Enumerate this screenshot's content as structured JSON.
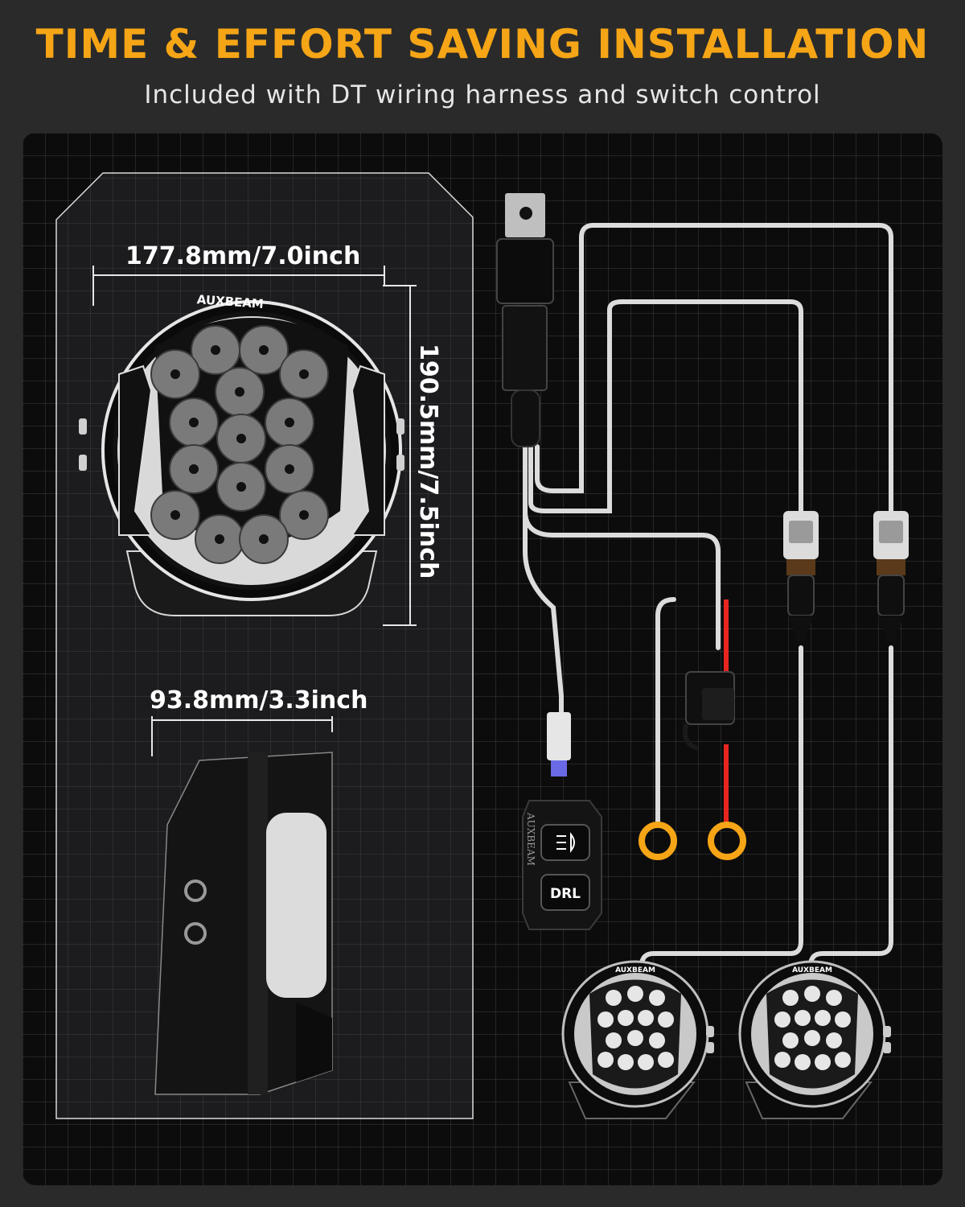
{
  "header": {
    "title": "TIME & EFFORT SAVING INSTALLATION",
    "subtitle": "Included with DT wiring harness and switch control"
  },
  "dimensions": {
    "width": "177.8mm/7.0inch",
    "height": "190.5mm/7.5inch",
    "depth": "93.8mm/3.3inch"
  },
  "brand": {
    "name": "AUXBEAM"
  },
  "switch": {
    "drl_label": "DRL"
  },
  "colors": {
    "accent": "#f5a516",
    "background": "#2a2a2a",
    "wire_red": "#e8261f",
    "ring_terminal": "#f5a516"
  },
  "icons": {
    "headlight": "headlight-icon"
  }
}
